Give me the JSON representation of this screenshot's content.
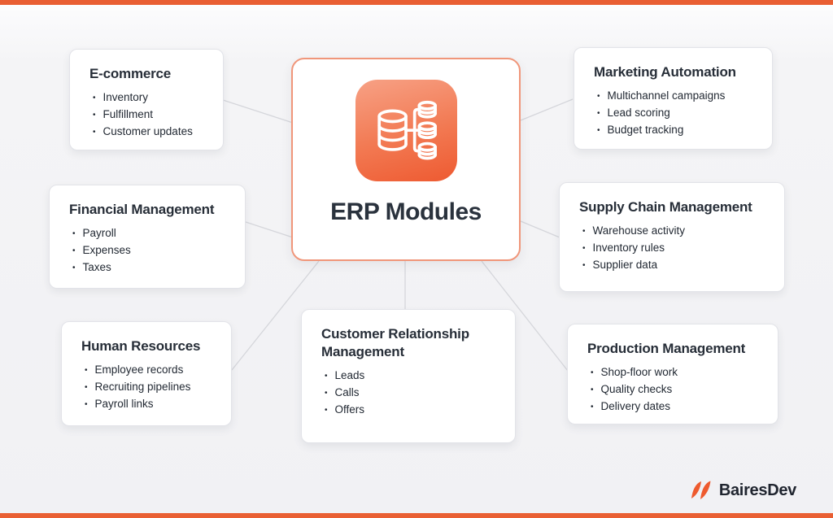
{
  "brand": {
    "name": "BairesDev",
    "accent_color": "#e95f33"
  },
  "center": {
    "title": "ERP Modules",
    "icon": "database-network-icon",
    "border_color": "#f0967a",
    "icon_gradient": [
      "#f7a185",
      "#ee5a31"
    ]
  },
  "modules": {
    "ecommerce": {
      "title": "E-commerce",
      "items": [
        "Inventory",
        "Fulfillment",
        "Customer updates"
      ]
    },
    "marketing": {
      "title": "Marketing Automation",
      "items": [
        "Multichannel campaigns",
        "Lead scoring",
        "Budget tracking"
      ]
    },
    "financial": {
      "title": "Financial Management",
      "items": [
        "Payroll",
        "Expenses",
        "Taxes"
      ]
    },
    "supply": {
      "title": "Supply Chain Management",
      "items": [
        "Warehouse activity",
        "Inventory rules",
        "Supplier data"
      ]
    },
    "hr": {
      "title": "Human Resources",
      "items": [
        "Employee records",
        "Recruiting pipelines",
        "Payroll links"
      ]
    },
    "crm": {
      "title": "Customer Relationship Management",
      "items": [
        "Leads",
        "Calls",
        "Offers"
      ]
    },
    "production": {
      "title": "Production Management",
      "items": [
        "Shop-floor work",
        "Quality checks",
        "Delivery dates"
      ]
    }
  },
  "connector_color": "#d5d6db"
}
